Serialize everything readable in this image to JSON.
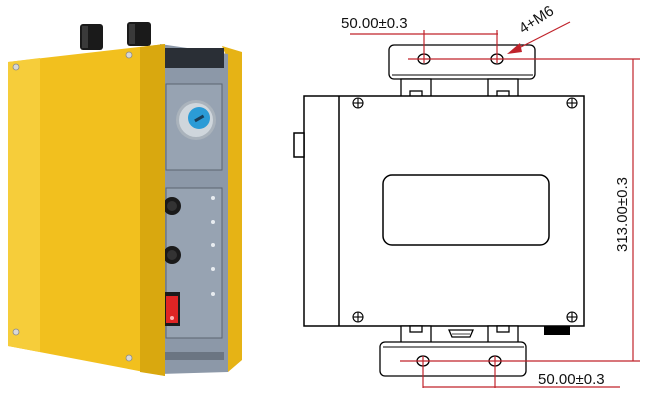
{
  "photo": {
    "subject": "yellow-control-box",
    "colors": {
      "enclosure": "#f2c01e",
      "enclosure_shade": "#d9a80f",
      "panel": "#8c98a8",
      "key_ring": "#cfd6dc",
      "key_center": "#2b9bd6",
      "switch": "#e02424",
      "cable_gland": "#1a1a1a"
    }
  },
  "drawing": {
    "colors": {
      "outline": "#000000",
      "dimension": "#c0232b"
    },
    "dimensions": {
      "top_hole_spacing": "50.00±0.3",
      "bottom_hole_spacing": "50.00±0.3",
      "overall_height": "313.00±0.3",
      "mounting_callout": "4+M6"
    }
  }
}
